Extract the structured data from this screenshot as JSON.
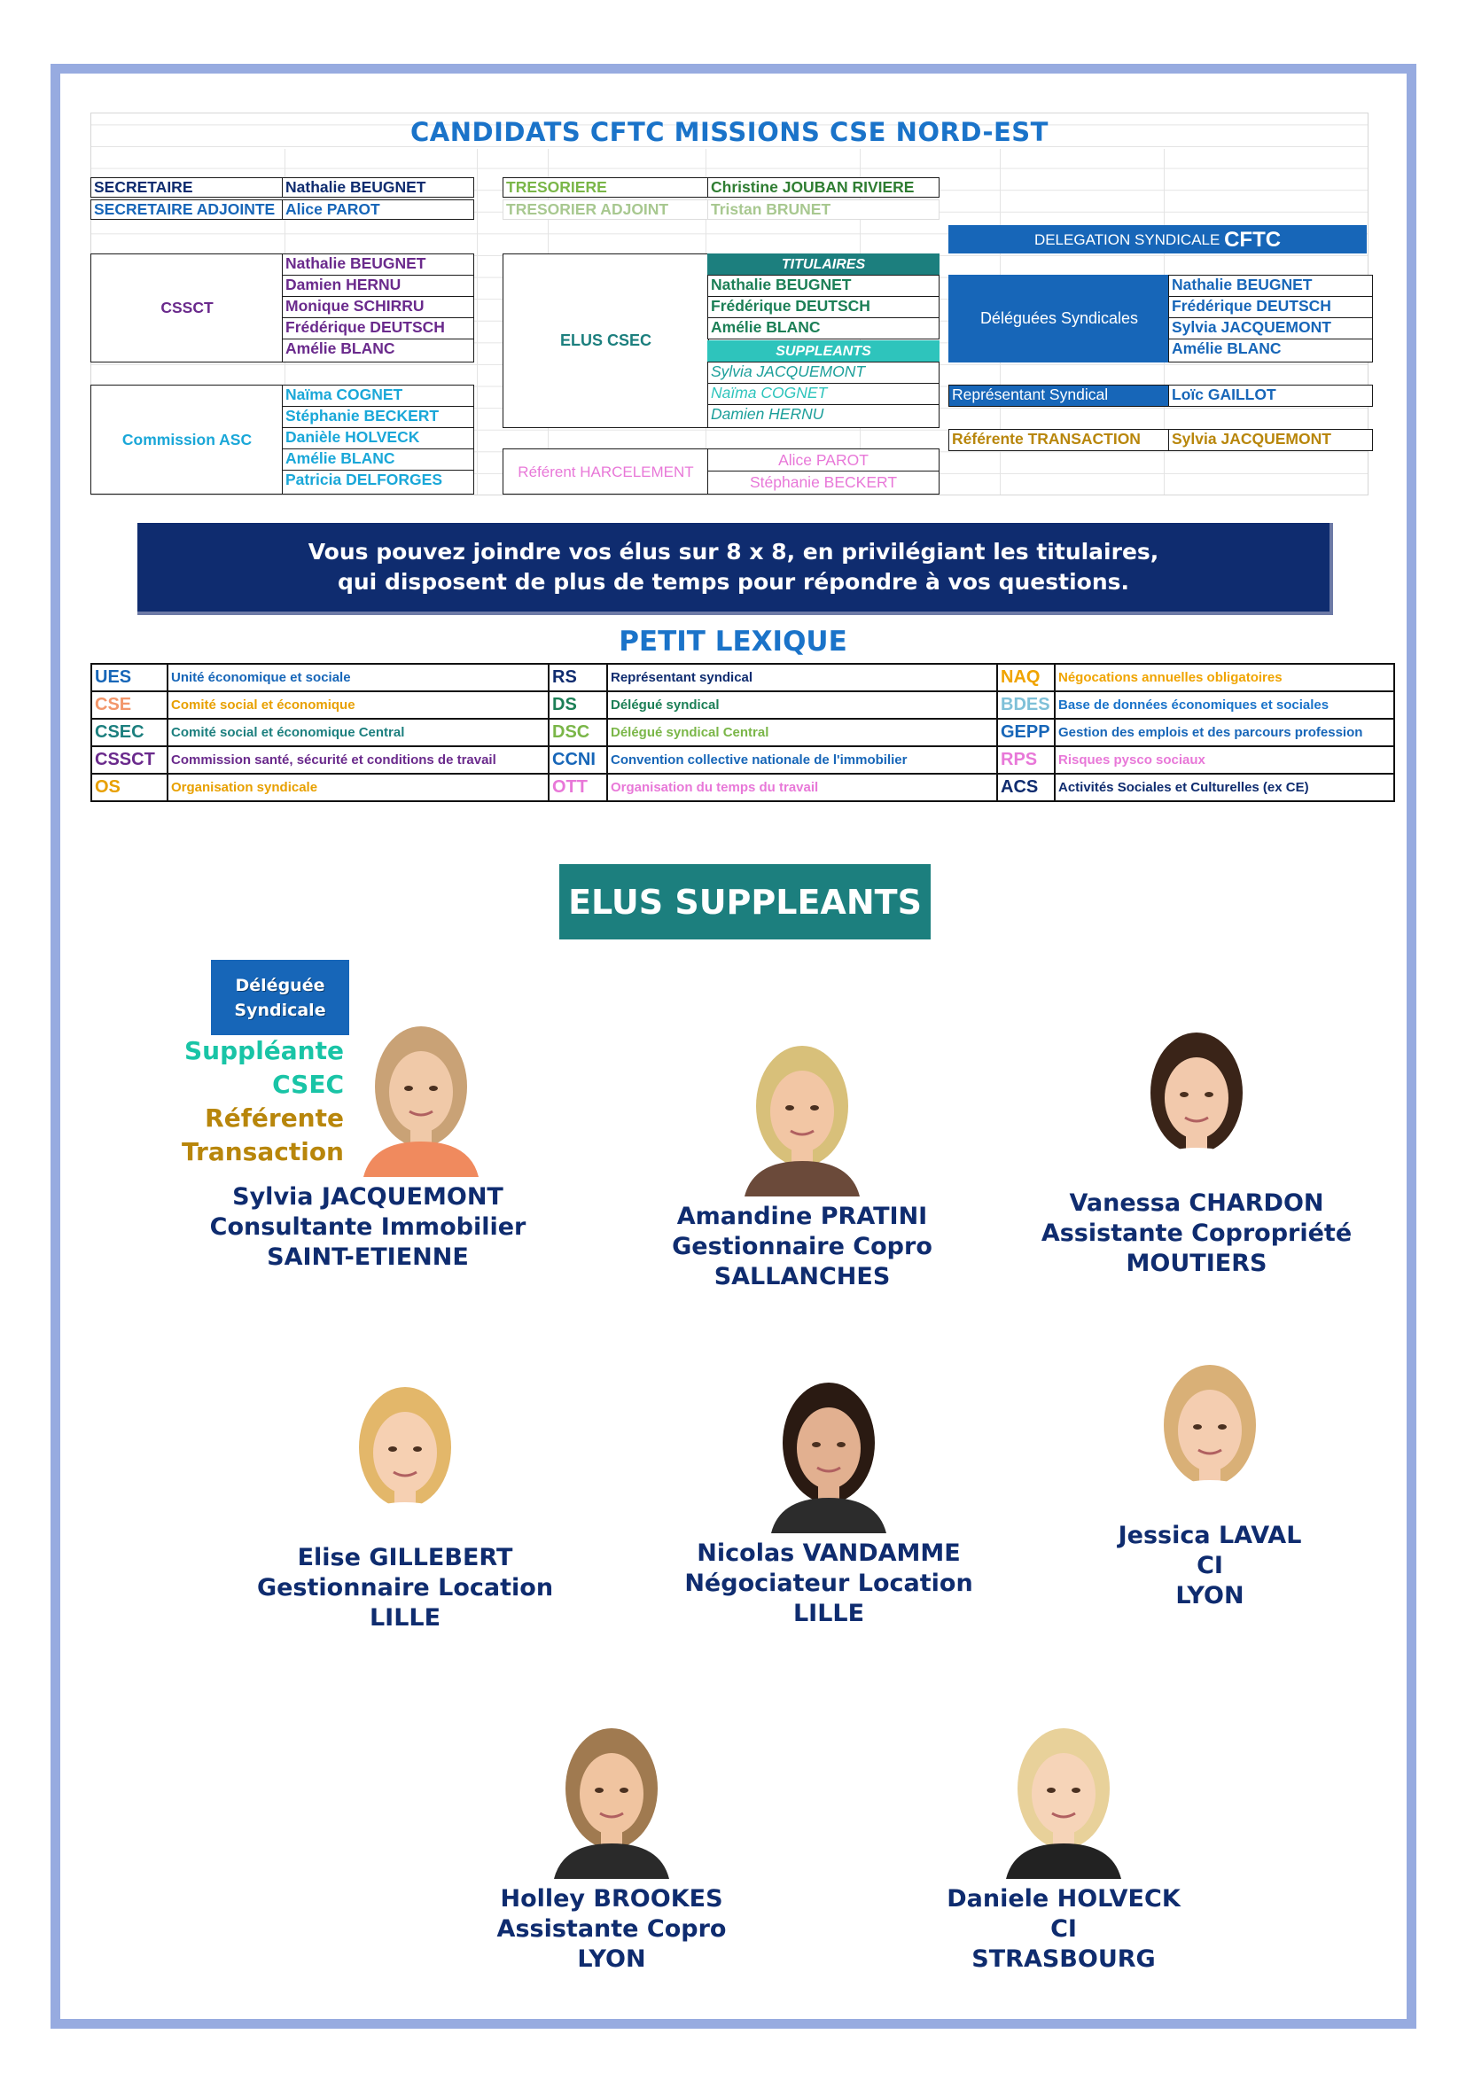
{
  "header": {
    "title": "CANDIDATS CFTC MISSIONS CSE NORD-EST"
  },
  "roles_left": {
    "secretaire_label": "SECRETAIRE",
    "secretaire_name": "Nathalie BEUGNET",
    "secretaire_adj_label": "SECRETAIRE ADJOINTE",
    "secretaire_adj_name": "Alice PAROT",
    "cssct_label": "CSSCT",
    "cssct_members": [
      "Nathalie BEUGNET",
      "Damien HERNU",
      "Monique SCHIRRU",
      "Frédérique DEUTSCH",
      "Amélie BLANC"
    ],
    "asc_label": "Commission ASC",
    "asc_members": [
      "Naïma COGNET",
      "Stéphanie BECKERT",
      "Danièle HOLVECK",
      "Amélie BLANC",
      "Patricia DELFORGES"
    ]
  },
  "roles_middle": {
    "tresoriere_label": "TRESORIERE",
    "tresoriere_name": "Christine JOUBAN RIVIERE",
    "tresorier_adj_label": "TRESORIER ADJOINT",
    "tresorier_adj_name": "Tristan BRUNET",
    "csec_label": "ELUS CSEC",
    "titulaires_label": "TITULAIRES",
    "titulaires": [
      "Nathalie BEUGNET",
      "Frédérique DEUTSCH",
      "Amélie BLANC"
    ],
    "suppleants_label": "SUPPLEANTS",
    "suppleants": [
      "Sylvia JACQUEMONT",
      "Naïma COGNET",
      "Damien HERNU"
    ],
    "harcelement_label": "Référent HARCELEMENT",
    "harcelement": [
      "Alice PAROT",
      "Stéphanie BECKERT"
    ]
  },
  "roles_right": {
    "delegation_prefix": "DELEGATION SYNDICALE",
    "delegation_org": "CFTC",
    "ds_label": "Déléguées Syndicales",
    "ds_members": [
      "Nathalie BEUGNET",
      "Frédérique DEUTSCH",
      "Sylvia JACQUEMONT",
      "Amélie BLANC"
    ],
    "rs_label": "Représentant Syndical",
    "rs_name": "Loïc GAILLOT",
    "transaction_label": "Référente TRANSACTION",
    "transaction_name": "Sylvia JACQUEMONT"
  },
  "banner": {
    "line1": "Vous pouvez joindre vos élus sur 8 x 8, en privilégiant les titulaires,",
    "line2": "qui disposent de plus de temps pour répondre à vos questions."
  },
  "lexicon": {
    "title": "PETIT LEXIQUE",
    "rows": [
      [
        {
          "ab": "UES",
          "def": "Unité économique et sociale",
          "color": "#1766b8"
        },
        {
          "ab": "RS",
          "def": "Représentant syndical",
          "color": "#0f2c6f"
        },
        {
          "ab": "NAQ",
          "def": "Négocations annuelles obligatoires",
          "color": "#f0a400"
        }
      ],
      [
        {
          "ab": "CSE",
          "def": "Comité social et économique",
          "color": "#f2966a",
          "defcolor": "#e8a000"
        },
        {
          "ab": "DS",
          "def": "Délégué syndical",
          "color": "#1c7f56"
        },
        {
          "ab": "BDES",
          "def": "Base de données économiques et sociales",
          "color": "#7ec0d8",
          "defcolor": "#1a73c9"
        }
      ],
      [
        {
          "ab": "CSEC",
          "def": "Comité social et économique Central",
          "color": "#1c7f7e"
        },
        {
          "ab": "DSC",
          "def": "Délégué syndical Central",
          "color": "#7ab648"
        },
        {
          "ab": "GEPP",
          "def": "Gestion des emplois et des parcours profession",
          "color": "#1766b8"
        }
      ],
      [
        {
          "ab": "CSSCT",
          "def": "Commission santé, sécurité et conditions de travail",
          "color": "#6a2a8c"
        },
        {
          "ab": "CCNI",
          "def": "Convention collective nationale de l'immobilier",
          "color": "#1766b8"
        },
        {
          "ab": "RPS",
          "def": "Risques pysco sociaux",
          "color": "#e878d8"
        }
      ],
      [
        {
          "ab": "OS",
          "def": "Organisation syndicale",
          "color": "#e8a000"
        },
        {
          "ab": "OTT",
          "def": "Organisation du temps du travail",
          "color": "#e878d8"
        },
        {
          "ab": "ACS",
          "def": "Activités Sociales et Culturelles (ex CE)",
          "color": "#0f2c6f"
        }
      ]
    ]
  },
  "suppleants_section": {
    "title": "ELUS SUPPLEANTS",
    "badge_line1": "Déléguée",
    "badge_line2": "Syndicale",
    "role_lines": [
      "Suppléante",
      "CSEC",
      "Référente",
      "Transaction"
    ]
  },
  "people": [
    {
      "name": "Sylvia JACQUEMONT",
      "job": "Consultante Immobilier",
      "city": "SAINT-ETIENNE"
    },
    {
      "name": "Amandine PRATINI",
      "job": "Gestionnaire Copro",
      "city": "SALLANCHES"
    },
    {
      "name": "Vanessa CHARDON",
      "job": "Assistante Copropriété",
      "city": "MOUTIERS"
    },
    {
      "name": "Elise GILLEBERT",
      "job": "Gestionnaire Location",
      "city": "LILLE"
    },
    {
      "name": "Nicolas VANDAMME",
      "job": "Négociateur Location",
      "city": "LILLE"
    },
    {
      "name": "Jessica LAVAL",
      "job": "CI",
      "city": "LYON"
    },
    {
      "name": "Holley BROOKES",
      "job": "Assistante Copro",
      "city": "LYON"
    },
    {
      "name": "Daniele HOLVECK",
      "job": "CI",
      "city": "STRASBOURG"
    }
  ],
  "colors": {
    "navy": "#0f2c6f",
    "blue": "#1766b8",
    "teal": "#1c7f7e",
    "purple": "#6a2a8c",
    "green": "#2f7d32",
    "gold": "#b8860b",
    "pink": "#e878d8",
    "cyan": "#1aa7d8",
    "frame": "#97abe0"
  }
}
